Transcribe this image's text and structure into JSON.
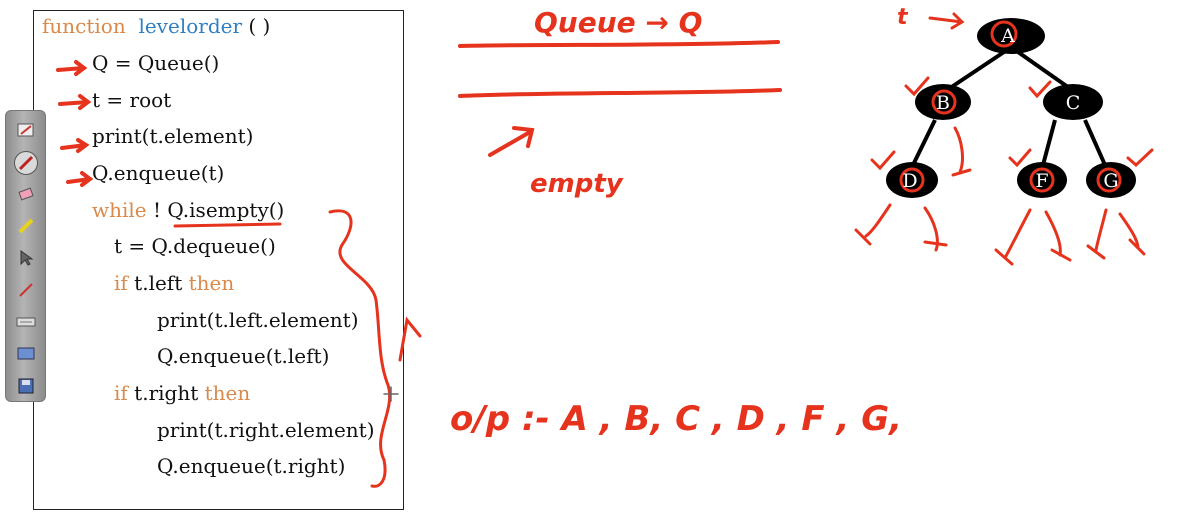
{
  "code": {
    "line1": {
      "kw": "function",
      "name": "levelorder",
      "rest": "( )"
    },
    "line2": "Q = Queue()",
    "line3": "t = root",
    "line4": "print(t.element)",
    "line5": "Q.enqueue(t)",
    "line6": {
      "kw": "while",
      "rest": "! Q.isempty()"
    },
    "line7": "t = Q.dequeue()",
    "line8": {
      "kw": "if",
      "mid": "t.left",
      "kw2": "then"
    },
    "line9": "print(t.left.element)",
    "line10": "Q.enqueue(t.left)",
    "line11": {
      "kw": "if",
      "mid": "t.right",
      "kw2": "then"
    },
    "line12": "print(t.right.element)",
    "line13": "Q.enqueue(t.right)"
  },
  "annotations": {
    "queue_note": "Queue → Q",
    "empty_note": "empty",
    "output_note": "o/p :-  A , B, C , D , F , G,",
    "root_marker": "t"
  },
  "tree": {
    "nodes": [
      "A",
      "B",
      "C",
      "D",
      "F",
      "G"
    ]
  },
  "toolbar": {
    "tools": [
      "page-icon",
      "pen-icon",
      "eraser-icon",
      "highlighter-icon",
      "pointer-icon",
      "line-icon",
      "keyboard-icon",
      "screen-icon",
      "save-icon"
    ]
  },
  "colors": {
    "ink": "#e5331d",
    "keyword": "#d9894a",
    "function_name": "#2f7fc1",
    "node_fill": "#000000"
  }
}
